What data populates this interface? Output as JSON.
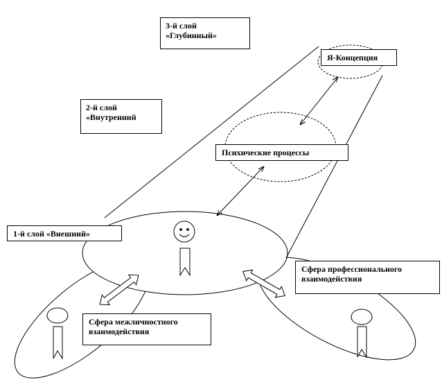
{
  "diagram": {
    "labels": {
      "layer3": "3-й слой\n«Глубинный»",
      "layer2": "2-й слой\n«Внутренний",
      "layer1": "1-й слой «Внешний»",
      "self_concept": "Я-Концепция",
      "mental_processes": "Психические процессы",
      "interpersonal_sphere": "Сфера межличностного\nвзаимодействия",
      "professional_sphere": "Сфера профессионального\nвзаимодействия"
    },
    "colors": {
      "line": "#000000",
      "fill": "#ffffff"
    },
    "icons": [
      "person-smiling-icon",
      "person-left-icon",
      "person-right-icon"
    ]
  }
}
